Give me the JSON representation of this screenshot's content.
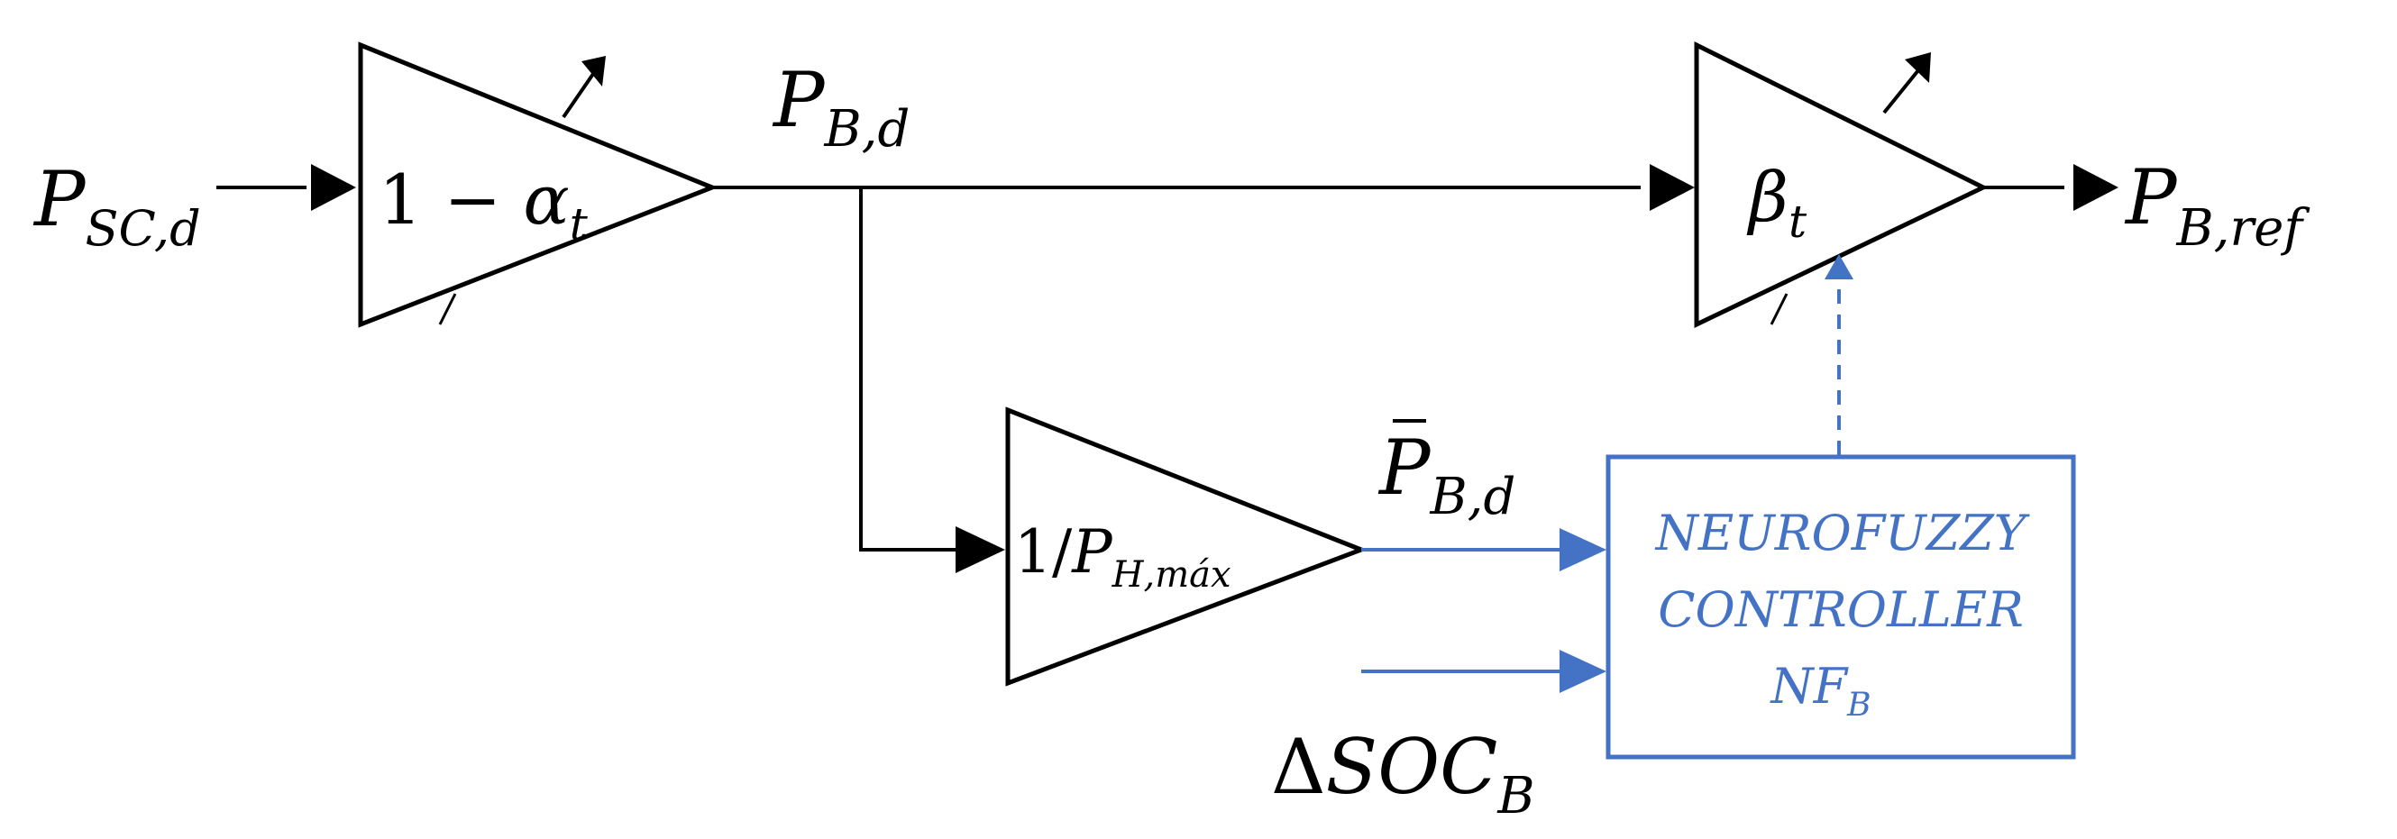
{
  "labels": {
    "input_main": "P",
    "input_sub": "SC,d",
    "pbd_main": "P",
    "pbd_sub": "B,d",
    "pbar_main": "P",
    "pbar_sub": "B,d",
    "output_main": "P",
    "output_sub": "B,ref",
    "dsoc_delta": "Δ",
    "dsoc_main": "SOC",
    "dsoc_sub": "B"
  },
  "blocks": {
    "gain1": {
      "prefix": "1 − ",
      "symbol": "α",
      "sub": "t"
    },
    "gain2": {
      "prefix": "1/",
      "symbol": "P",
      "sub": "H,máx"
    },
    "gain3": {
      "symbol": "β",
      "sub": "t"
    },
    "controller": {
      "line1": "NEUROFUZZY",
      "line2": "CONTROLLER",
      "line3_main": "NF",
      "line3_sub": "B"
    }
  },
  "colors": {
    "line": "#000000",
    "accent": "#4472C4",
    "background": "#ffffff"
  }
}
